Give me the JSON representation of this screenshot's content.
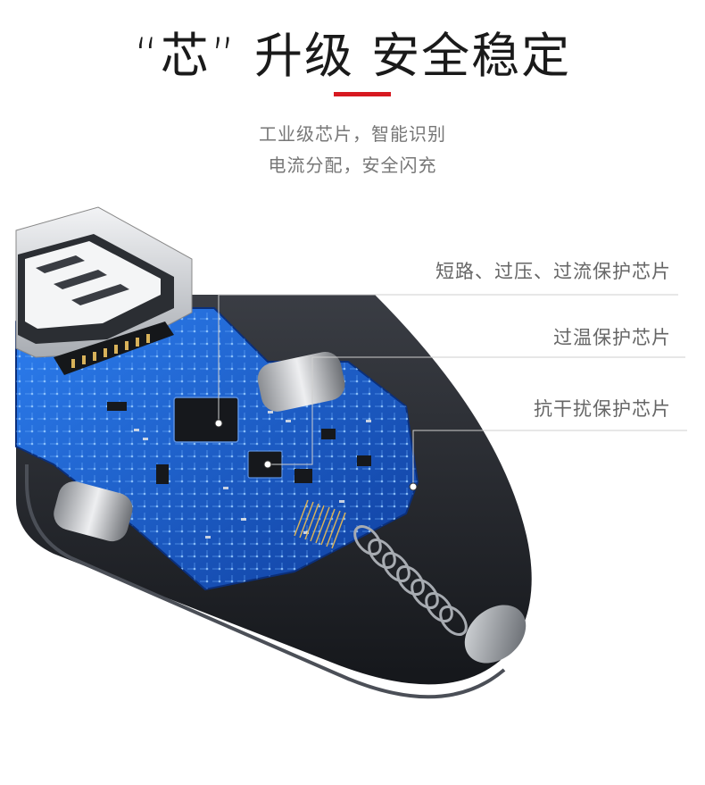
{
  "headline": "“芯” 升级 安全稳定",
  "subtitle": {
    "line1": "工业级芯片，智能识别",
    "line2": "电流分配，安全闪充"
  },
  "callouts": [
    "短路、过压、过流保护芯片",
    "过温保护芯片",
    "抗干扰保护芯片"
  ],
  "colors": {
    "accent": "#d71920",
    "pcb": "#1a5fd1",
    "housing": "#2a2d33"
  }
}
